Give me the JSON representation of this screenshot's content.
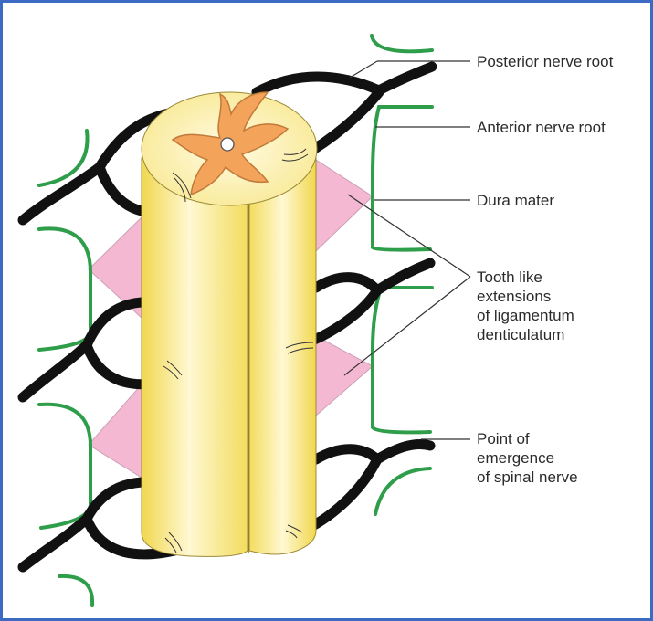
{
  "labels": {
    "posterior_nerve_root": "Posterior nerve root",
    "anterior_nerve_root": "Anterior nerve root",
    "dura_mater": "Dura mater",
    "tooth_like": [
      "Tooth like",
      "extensions",
      "of ligamentum",
      "denticulatum"
    ],
    "point_of_emergence": [
      "Point of",
      "emergence",
      "of spinal nerve"
    ]
  },
  "colors": {
    "border": "#3d6bc4",
    "spinal_cord": "#f7e27a",
    "grey_matter": "#f4a35a",
    "nerve_root": "#111111",
    "dura_mater": "#2e9e4a",
    "ligamentum_denticulatum": "#f5b8d2",
    "leader_line": "#333333"
  }
}
